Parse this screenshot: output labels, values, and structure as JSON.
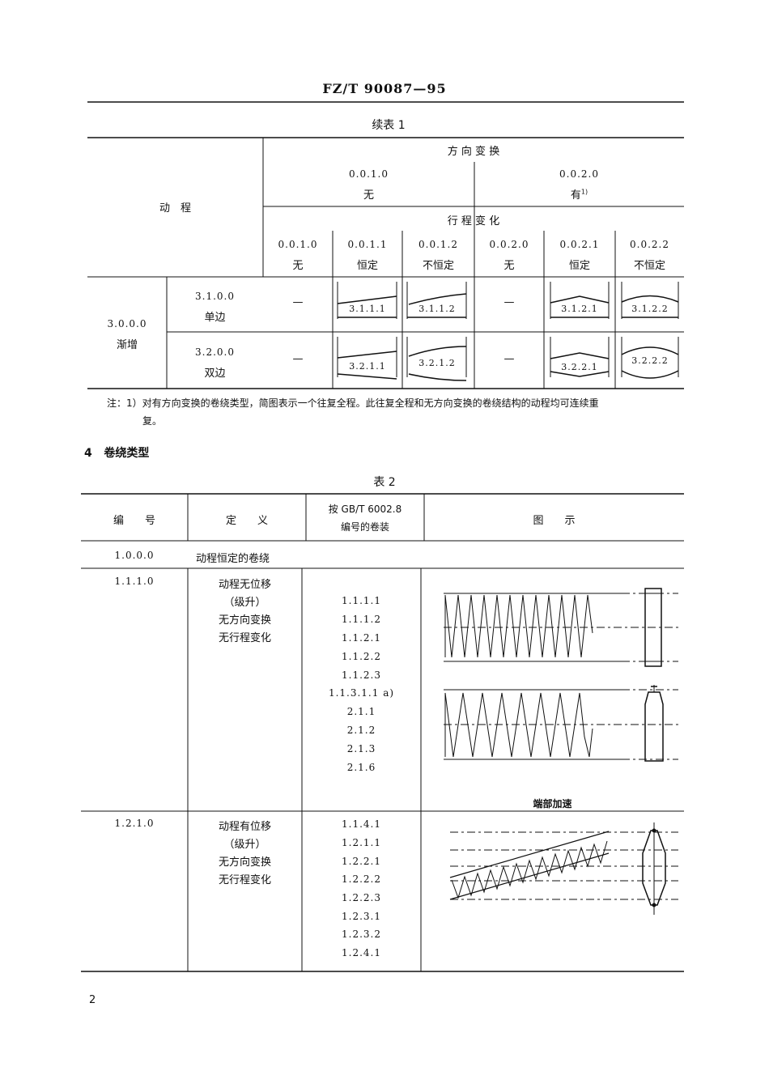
{
  "header": {
    "standard": "FZ/T 90087—95"
  },
  "table1": {
    "caption": "续表 1",
    "row_header": "动　程",
    "dir_change": "方 向 变 换",
    "dir_none_code": "0.0.1.0",
    "dir_none": "无",
    "dir_yes_code": "0.0.2.0",
    "dir_yes": "有",
    "dir_yes_note": "1)",
    "stroke_change": "行 程 变 化",
    "sub": [
      {
        "code": "0.0.1.0",
        "label": "无"
      },
      {
        "code": "0.0.1.1",
        "label": "恒定"
      },
      {
        "code": "0.0.1.2",
        "label": "不恒定"
      },
      {
        "code": "0.0.2.0",
        "label": "无"
      },
      {
        "code": "0.0.2.1",
        "label": "恒定"
      },
      {
        "code": "0.0.2.2",
        "label": "不恒定"
      }
    ],
    "group_code": "3.0.0.0",
    "group_label": "渐增",
    "rows": [
      {
        "code": "3.1.0.0",
        "label": "单边",
        "dash1": "—",
        "dash2": "—",
        "cells": [
          "3.1.1.1",
          "3.1.1.2",
          "3.1.2.1",
          "3.1.2.2"
        ]
      },
      {
        "code": "3.2.0.0",
        "label": "双边",
        "dash1": "—",
        "dash2": "—",
        "cells": [
          "3.2.1.1",
          "3.2.1.2",
          "3.2.2.1",
          "3.2.2.2"
        ]
      }
    ],
    "note_line1": "注：1）对有方向变换的卷绕类型，简图表示一个往复全程。此往复全程和无方向变换的卷绕结构的动程均可连续重",
    "note_line2": "复。"
  },
  "section": {
    "number": "4",
    "title": "卷绕类型"
  },
  "table2": {
    "caption": "表 2",
    "headers": {
      "col1": "编　　号",
      "col2": "定　　义",
      "col3_line1": "按 GB/T 6002.8",
      "col3_line2": "编号的卷装",
      "col4": "图　　示"
    },
    "row0": {
      "code": "1.0.0.0",
      "def": "动程恒定的卷绕"
    },
    "row1": {
      "code": "1.1.1.0",
      "def": [
        "动程无位移",
        "（级升）",
        "无方向变换",
        "无行程变化"
      ],
      "refs": [
        "1.1.1.1",
        "1.1.1.2",
        "1.1.2.1",
        "1.1.2.2",
        "1.1.2.3",
        "1.1.3.1.1 a)",
        "2.1.1",
        "2.1.2",
        "2.1.3",
        "2.1.6"
      ],
      "figure_caption": "端部加速"
    },
    "row2": {
      "code": "1.2.1.0",
      "def": [
        "动程有位移",
        "（级升）",
        "无方向变换",
        "无行程变化"
      ],
      "refs": [
        "1.1.4.1",
        "1.2.1.1",
        "1.2.2.1",
        "1.2.2.2",
        "1.2.2.3",
        "1.2.3.1",
        "1.2.3.2",
        "1.2.4.1"
      ]
    }
  },
  "footer": {
    "page": "2"
  }
}
